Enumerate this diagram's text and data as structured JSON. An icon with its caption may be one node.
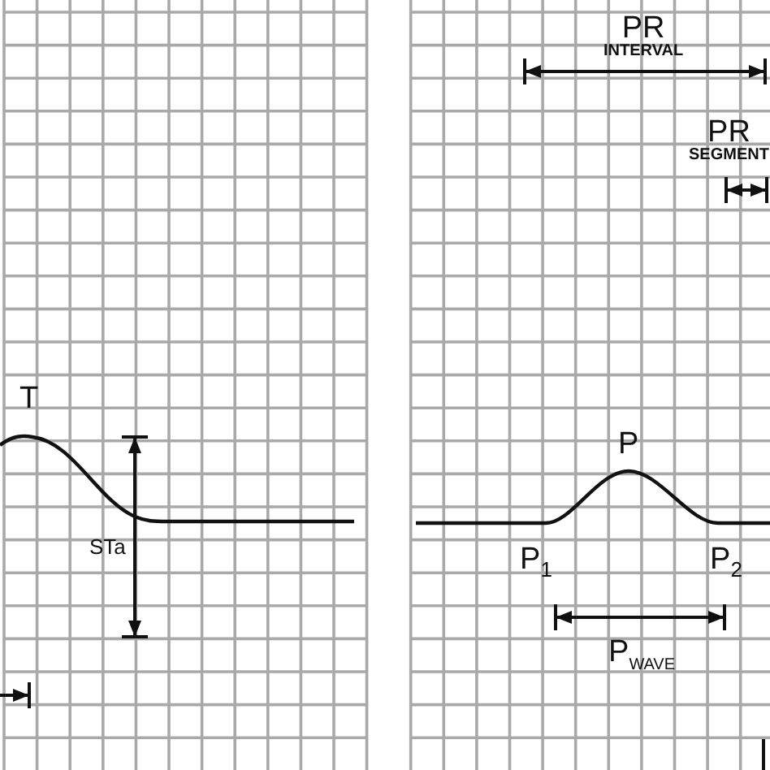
{
  "diagram": {
    "labels": [
      "PR INTERVAL",
      "PR SEGMENT",
      "T",
      "P",
      "STa",
      "P$_{1}$",
      "P$_{2}$",
      "P$_{WAVE}$"
    ]
  }
}
